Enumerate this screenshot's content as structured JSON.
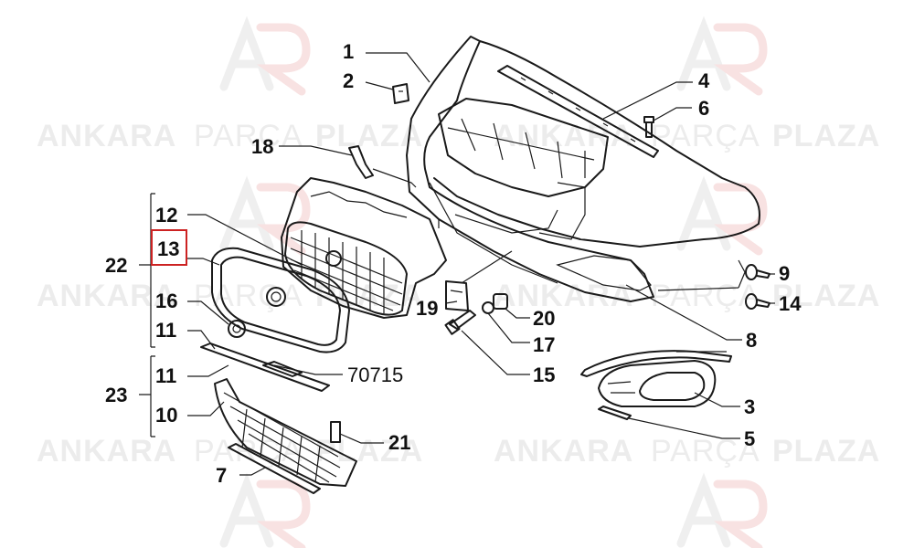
{
  "watermark": {
    "word1": "ANKARA",
    "word2": "PARÇA",
    "word3": "PLAZA"
  },
  "highlight_color": "#cc2222",
  "callouts": {
    "c1": "1",
    "c2": "2",
    "c3": "3",
    "c4": "4",
    "c5": "5",
    "c6": "6",
    "c7": "7",
    "c8": "8",
    "c9": "9",
    "c10": "10",
    "c11a": "11",
    "c11b": "11",
    "c12": "12",
    "c13": "13",
    "c14": "14",
    "c15": "15",
    "c16": "16",
    "c17": "17",
    "c18": "18",
    "c19": "19",
    "c20": "20",
    "c21": "21",
    "c22": "22",
    "c23": "23",
    "c70715": "70715"
  }
}
